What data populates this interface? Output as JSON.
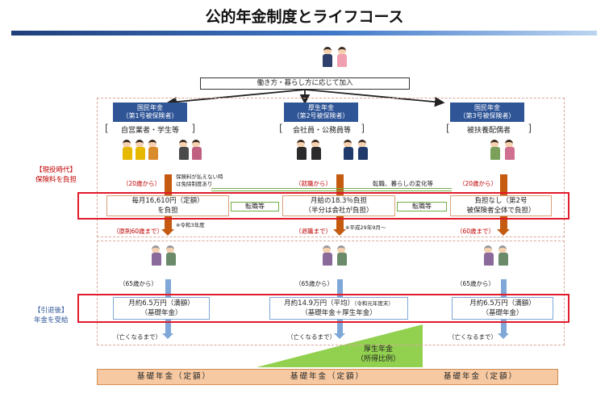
{
  "title": "公的年金制度とライフコース",
  "top_box": "働き方・暮らし方に応じて加入",
  "categories": [
    {
      "head1": "国民年金",
      "head2": "（第1号被保険者）",
      "sub": "自営業者・学生等"
    },
    {
      "head1": "厚生年金",
      "head2": "（第2号被保険者）",
      "sub": "会社員・公務員等"
    },
    {
      "head1": "国民年金",
      "head2": "（第3号被保険者）",
      "sub": "被扶養配偶者"
    }
  ],
  "side_labels": {
    "working_1": "【現役時代】",
    "working_2": "保険料を負担",
    "retired_1": "【引退後】",
    "retired_2": "年金を受給"
  },
  "start_ages": [
    "（20歳から）",
    "（就職から）",
    "（20歳から）"
  ],
  "exemption_note": [
    "保険料が払えない時",
    "は免除制度あり"
  ],
  "change_note": "転職、暮らしの変化等",
  "transfer_label": "転職等",
  "premiums": [
    {
      "line1": "毎月16,610円（定額）",
      "line2": "を負担"
    },
    {
      "line1": "月給の18.3％負担",
      "line2": "（半分は会社が負担）"
    },
    {
      "line1": "負担なし（第2号",
      "line2": "被保険者全体で負担）"
    }
  ],
  "premium_notes": [
    "※令和3年度",
    "※平成29年9月～"
  ],
  "end_ages": [
    "（原則60歳まで）",
    "（退職まで）",
    "（60歳まで）"
  ],
  "pension_start": "（65歳から）",
  "benefits": [
    {
      "line1": "月約6.5万円（満額）",
      "line2": "（基礎年金）",
      "note": ""
    },
    {
      "line1": "月約14.9万円（平均）",
      "line2": "（基礎年金＋厚生年金）",
      "note": "（令和元年度末）"
    },
    {
      "line1": "月約6.5万円（満額）",
      "line2": "（基礎年金）",
      "note": ""
    }
  ],
  "until_death": "（亡くなるまで）",
  "kosei_label_1": "厚生年金",
  "kosei_label_2": "（所得比例）",
  "basic_pension_bar": "基礎年金（定額）",
  "colors": {
    "navy": "#2f5597",
    "orange_arrow": "#c55a11",
    "blue_arrow": "#7fa7d8",
    "red_frame": "#e01b2b",
    "green_arrow": "#70ad47",
    "bottom_bar": "#f6c9a2",
    "triangle": "#92d050"
  }
}
